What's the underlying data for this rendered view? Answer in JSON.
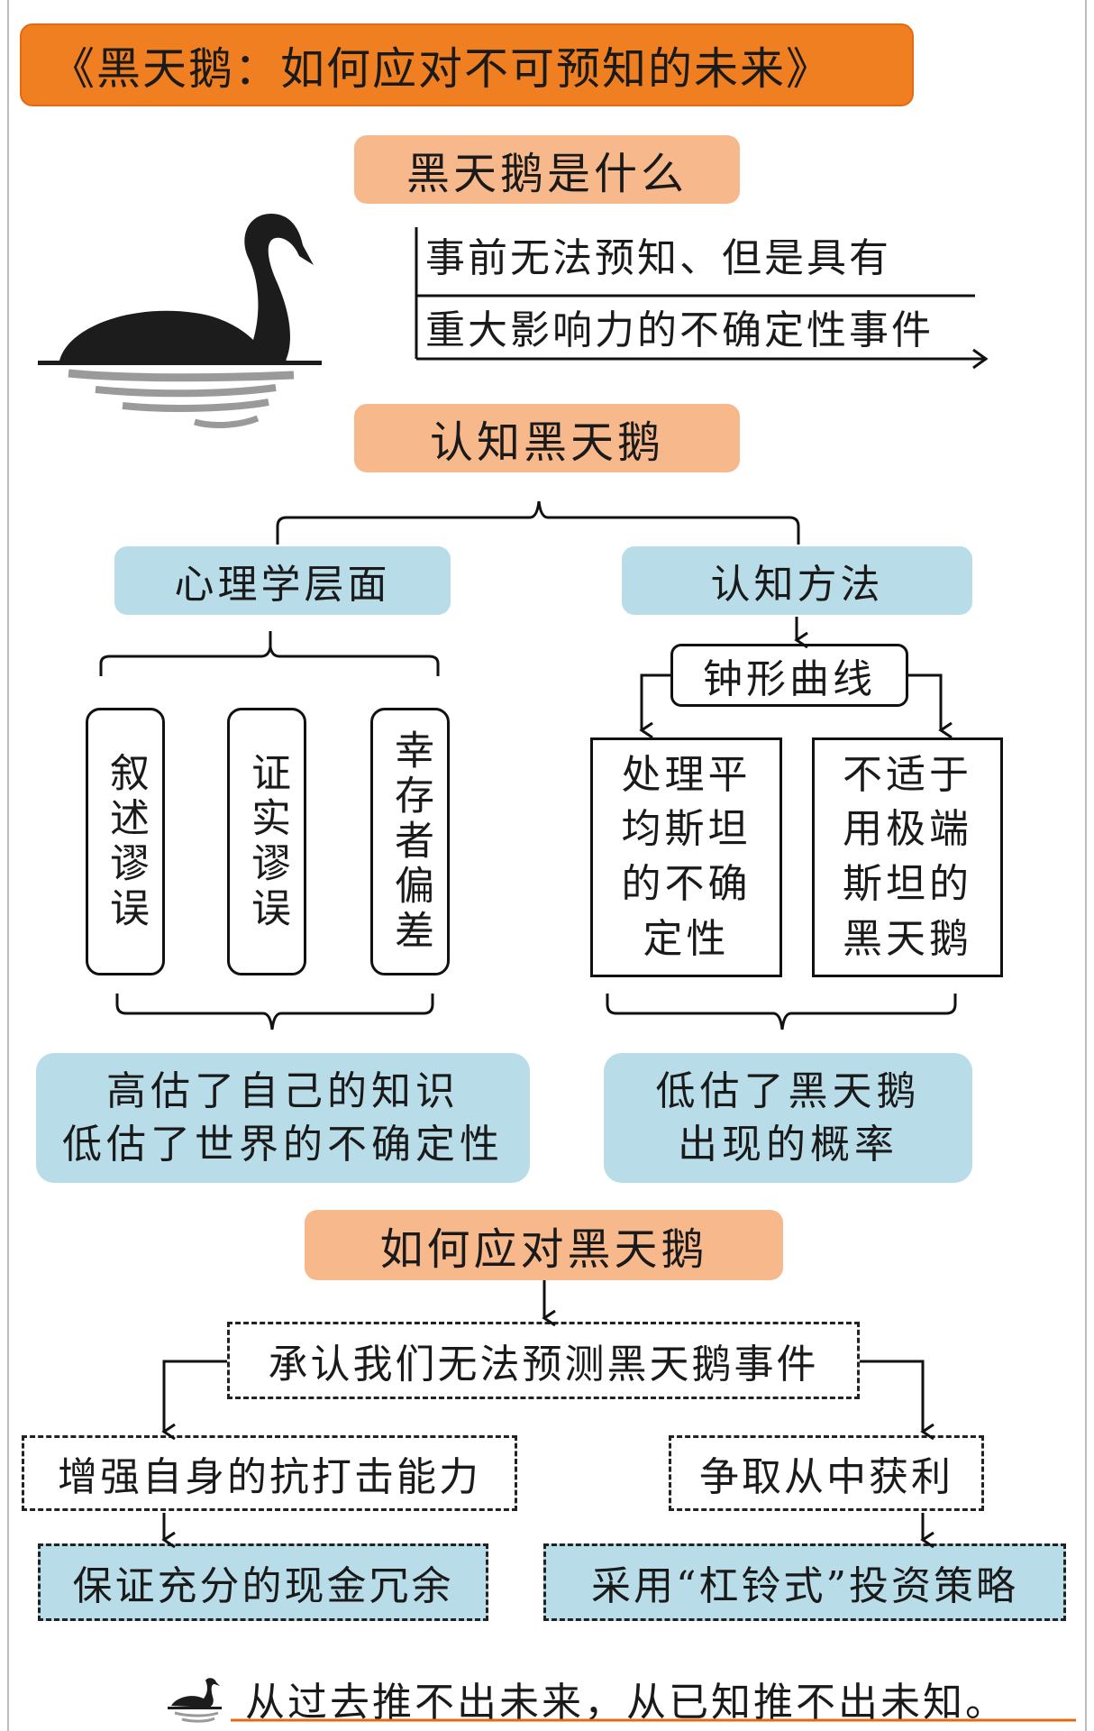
{
  "title": "《黑天鹅：如何应对不可预知的未来》",
  "what_is": {
    "heading": "黑天鹅是什么",
    "line1": "事前无法预知、但是具有",
    "line2": "重大影响力的不确定性事件"
  },
  "understanding": {
    "heading": "认知黑天鹅",
    "psychology": {
      "heading": "心理学层面",
      "items": [
        "叙述谬误",
        "证实谬误",
        "幸存者偏差"
      ],
      "result": "高估了自己的知识\n低估了世界的不确定性"
    },
    "method": {
      "heading": "认知方法",
      "bell_curve": "钟形曲线",
      "left": "处理平\n均斯坦\n的不确\n定性",
      "right": "不适于\n用极端\n斯坦的\n黑天鹅",
      "result": "低估了黑天鹅\n出现的概率"
    }
  },
  "response": {
    "heading": "如何应对黑天鹅",
    "acknowledge": "承认我们无法预测黑天鹅事件",
    "left": "增强自身的抗打击能力",
    "left_action": "保证充分的现金冗余",
    "right": "争取从中获利",
    "right_action": "采用“杠铃式”投资策略"
  },
  "footer": "从过去推不出未来，从已知推不出未知。",
  "colors": {
    "title_bg": "#f07f22",
    "peach": "#f7b98b",
    "blue": "#b9dde8"
  },
  "icons": [
    "black-swan-icon"
  ]
}
